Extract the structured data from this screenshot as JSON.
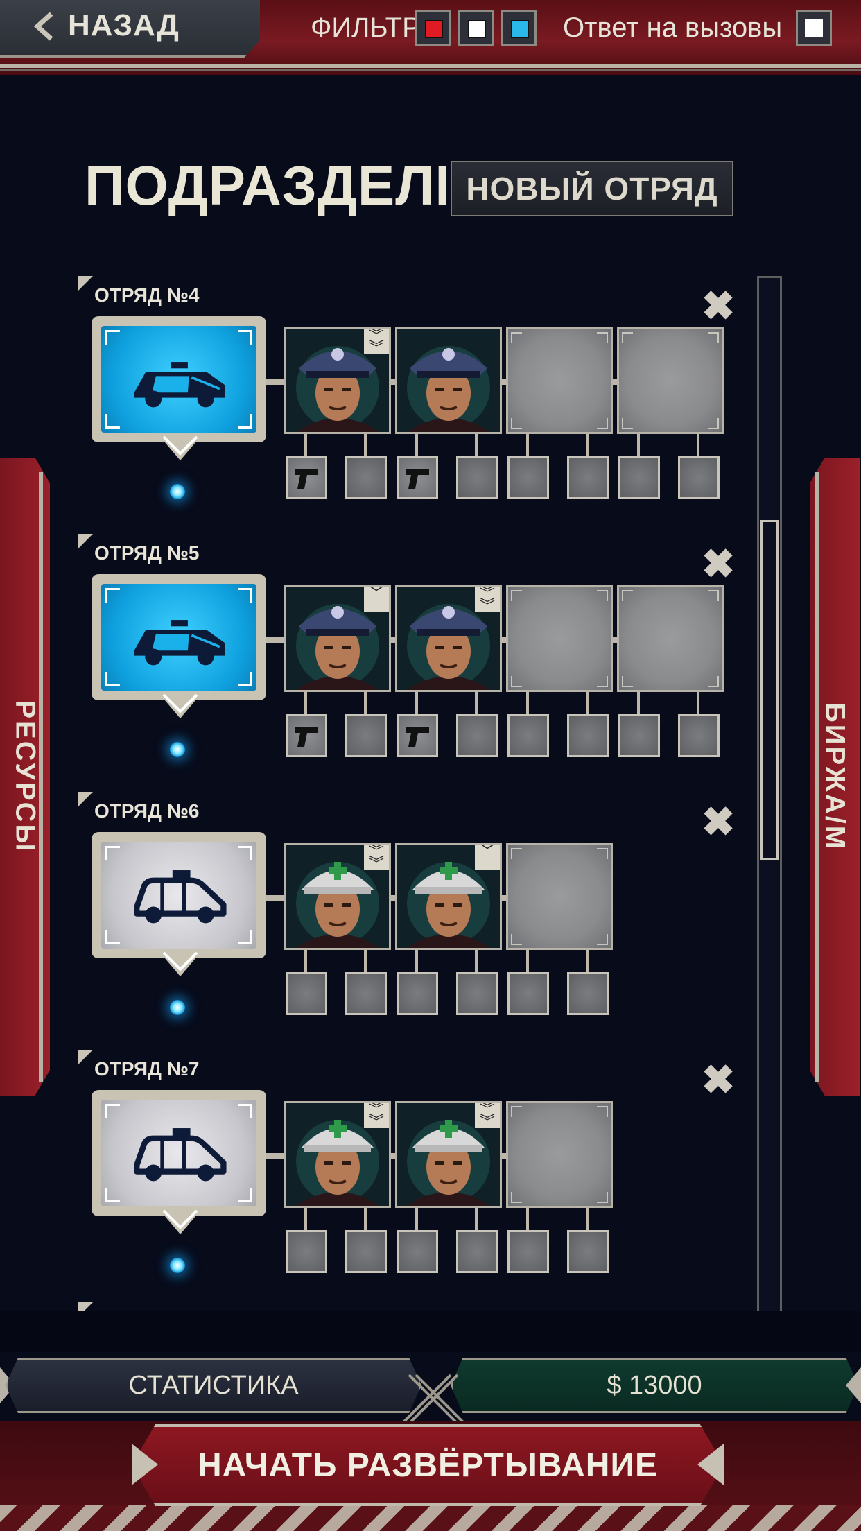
{
  "header": {
    "back_label": "НАЗАД",
    "filter_label": "ФИЛЬТР",
    "filters": [
      {
        "name": "red",
        "color": "#e01b24",
        "checked": true
      },
      {
        "name": "white",
        "color": "#ffffff",
        "checked": true
      },
      {
        "name": "blue",
        "color": "#2ab7ea",
        "checked": true
      }
    ],
    "calls_label": "Ответ на вызовы",
    "calls_checked": false
  },
  "title": "ПОДРАЗДЕЛЕН",
  "new_squad_label": "НОВЫЙ ОТРЯД",
  "side_tabs": {
    "left": "РЕСУРСЫ",
    "right": "БИРЖА/М"
  },
  "squads": [
    {
      "name": "ОТРЯД №4",
      "vehicle": "police-car",
      "vehicle_color": "blue",
      "members": [
        {
          "type": "police-officer",
          "rank": "double-chevron",
          "weapon": "pistol"
        },
        {
          "type": "police-officer",
          "rank": null,
          "weapon": "pistol"
        }
      ],
      "empty_slots": 2
    },
    {
      "name": "ОТРЯД №5",
      "vehicle": "police-car",
      "vehicle_color": "blue",
      "members": [
        {
          "type": "police-officer",
          "rank": "single-chevron",
          "weapon": "pistol"
        },
        {
          "type": "police-officer",
          "rank": "double-chevron",
          "weapon": "pistol"
        }
      ],
      "empty_slots": 2
    },
    {
      "name": "ОТРЯД №6",
      "vehicle": "ambulance",
      "vehicle_color": "grey",
      "members": [
        {
          "type": "paramedic",
          "rank": "double-chevron",
          "weapon": null
        },
        {
          "type": "paramedic",
          "rank": "single-chevron",
          "weapon": null
        }
      ],
      "empty_slots": 1
    },
    {
      "name": "ОТРЯД №7",
      "vehicle": "ambulance",
      "vehicle_color": "grey",
      "members": [
        {
          "type": "paramedic",
          "rank": "double-chevron",
          "weapon": null
        },
        {
          "type": "paramedic",
          "rank": "double-chevron",
          "weapon": null
        }
      ],
      "empty_slots": 1
    }
  ],
  "footer": {
    "stats_label": "СТАТИСТИКА",
    "money_label": "$ 13000",
    "deploy_label": "НАЧАТЬ РАЗВЁРТЫВАНИЕ"
  },
  "colors": {
    "background": "#070b1a",
    "accent_red": "#8d1721",
    "vehicle_blue": "#1ab0ea",
    "money_green": "#0f3a2e"
  }
}
